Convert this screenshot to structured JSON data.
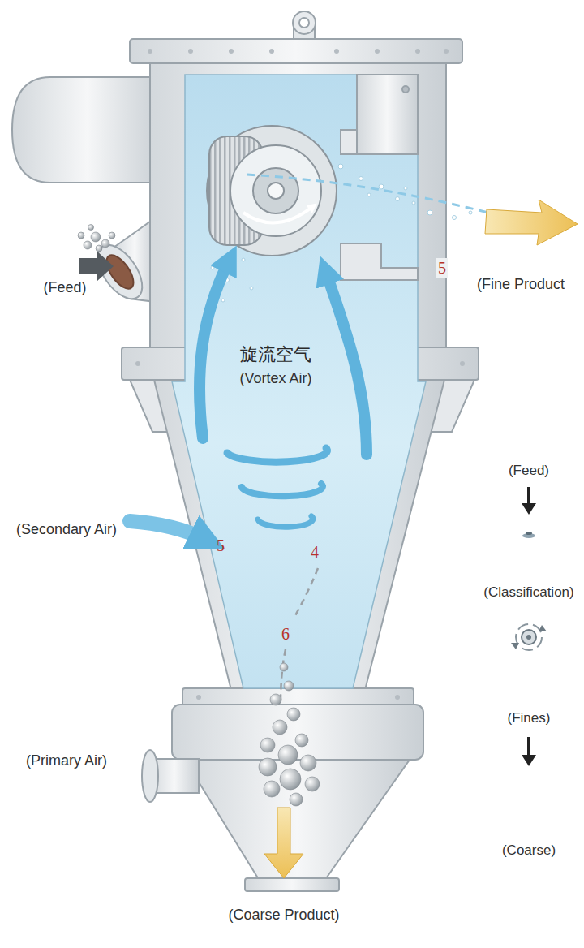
{
  "diagram": {
    "labels": [
      "(Feed)",
      "5",
      "(Fine Product",
      "旋流空气",
      "(Vortex Air)",
      "(Feed)",
      "(Secondary Air)",
      "5",
      "4",
      "(Classification)",
      "6",
      "(Fines)",
      "(Primary Air)",
      "(Coarse)",
      "(Coarse Product)"
    ]
  }
}
